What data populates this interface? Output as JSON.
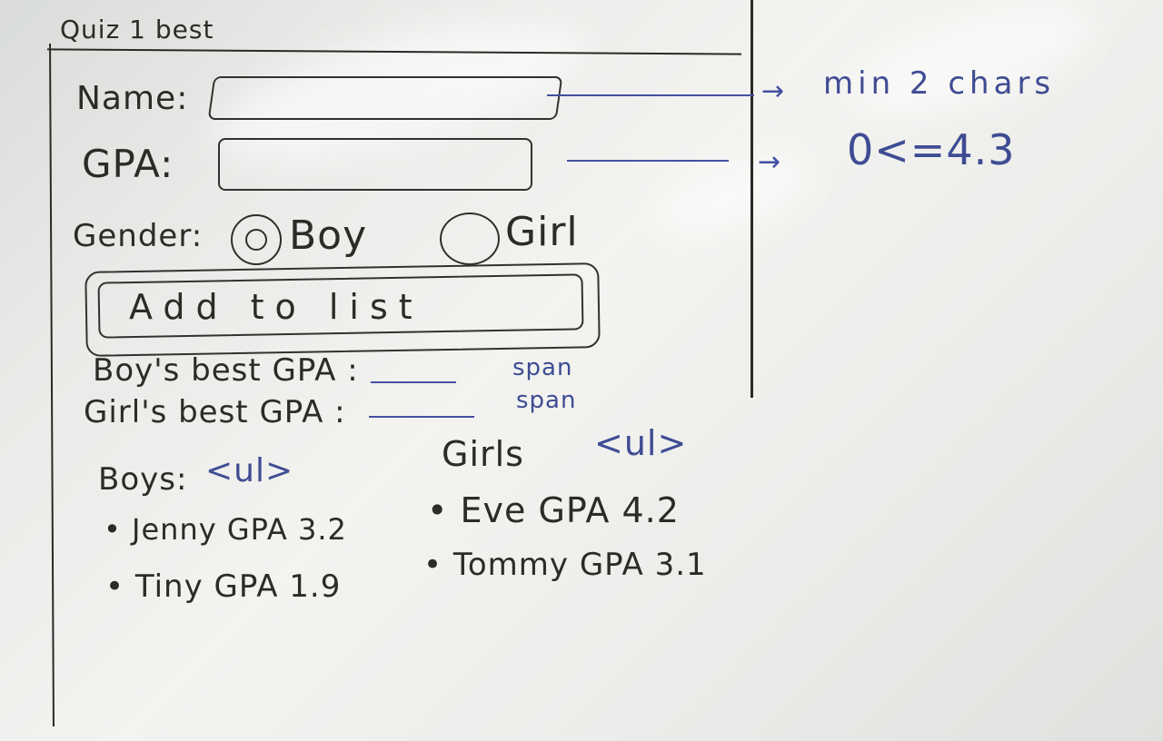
{
  "title": "Quiz 1 best",
  "form": {
    "name_label": "Name:",
    "gpa_label": "GPA:",
    "gender_label": "Gender:",
    "gender_options": [
      "Boy",
      "Girl"
    ],
    "button_label": "Add to list"
  },
  "notes": {
    "name_rule": "min 2 chars",
    "gpa_rule": "0<=4.3",
    "span_1": "span",
    "span_2": "span",
    "boys_ul": "<ul>",
    "girls_ul": "<ul>"
  },
  "summary": {
    "boys_best_label": "Boy's best GPA :",
    "girls_best_label": "Girl's best GPA :"
  },
  "lists": {
    "boys_title": "Boys:",
    "boys_items": [
      "Jenny GPA 3.2",
      "Tiny GPA 1.9"
    ],
    "girls_title": "Girls",
    "girls_items": [
      "Eve GPA 4.2",
      "Tommy GPA 3.1"
    ]
  },
  "colors": {
    "ink": "#2c2b28",
    "blue_ink": "#4450a3",
    "board": "#f3f3f0"
  }
}
